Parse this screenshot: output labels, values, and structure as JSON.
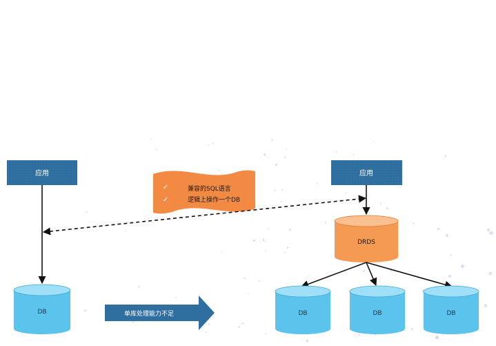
{
  "left": {
    "app_label": "应用",
    "db_label": "DB"
  },
  "right": {
    "app_label": "应用",
    "middleware_label": "DRDS",
    "db_labels": [
      "DB",
      "DB",
      "DB"
    ]
  },
  "banner": {
    "lines": [
      "兼容的SQL语言",
      "逻辑上操作一个DB"
    ]
  },
  "arrow_label": "单库处理能力不足",
  "colors": {
    "app_box": "#2f6fa0",
    "db_fill": "#5cc4ec",
    "db_top": "#9fe0f8",
    "drds_fill": "#f59a53",
    "drds_top": "#fbc08f",
    "banner": "#f28a43",
    "big_arrow": "#2f6fa0"
  }
}
